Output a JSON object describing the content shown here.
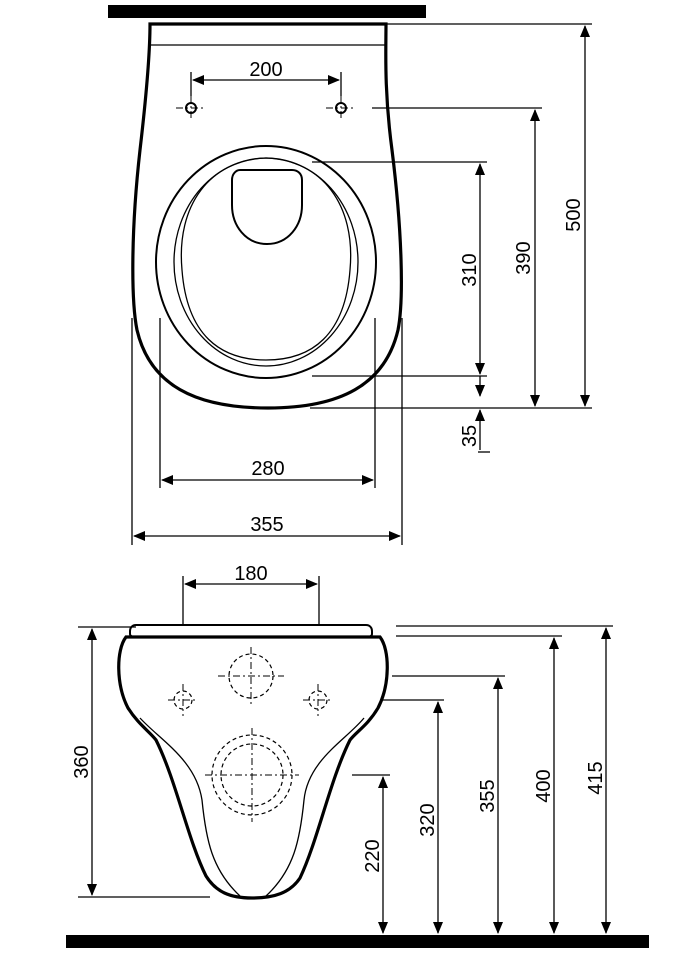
{
  "top_view": {
    "dimensions": {
      "hole_spacing": "200",
      "seat_length": "310",
      "hole_to_front": "390",
      "overall_length": "500",
      "front_offset": "35",
      "inner_width": "280",
      "overall_width": "355"
    }
  },
  "side_view": {
    "dimensions": {
      "top_width": "180",
      "bowl_height": "360",
      "outlet_height": "220",
      "lower_hole_height": "320",
      "upper_hole_height": "355",
      "rim_height": "400",
      "seat_height": "415"
    }
  },
  "colors": {
    "ink": "#000000",
    "background": "#ffffff"
  }
}
